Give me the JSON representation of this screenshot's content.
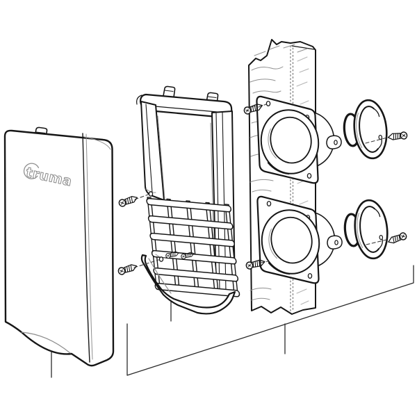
{
  "diagram": {
    "kind": "exploded assembly drawing",
    "brand_logo": "truma",
    "colors": {
      "line": "#161616",
      "soft_line": "#8f8f8f",
      "background": "#ffffff"
    },
    "parts": [
      {
        "id": "outer-cover",
        "note": "outer cowl cover with truma logo, top clips and bottom grip recess"
      },
      {
        "id": "mounting-frame",
        "note": "inner mounting frame with top lugs, slatted air grille and bottom scoop"
      },
      {
        "id": "wall-section",
        "note": "wall cross-section with wood grain and cut edge"
      },
      {
        "id": "wall-duct-flange",
        "count": 2,
        "note": "flanged wall ducts with four screw holes each"
      },
      {
        "id": "o-ring-seal",
        "count": 2,
        "note": "sealing rings between duct and clamping ring"
      },
      {
        "id": "clamping-ring",
        "count": 2,
        "note": "inner clamping rings with screw ear"
      },
      {
        "id": "fixing-screw",
        "count": 8,
        "note": "self-tapping fixing screws with dashed alignment leaders"
      }
    ]
  }
}
